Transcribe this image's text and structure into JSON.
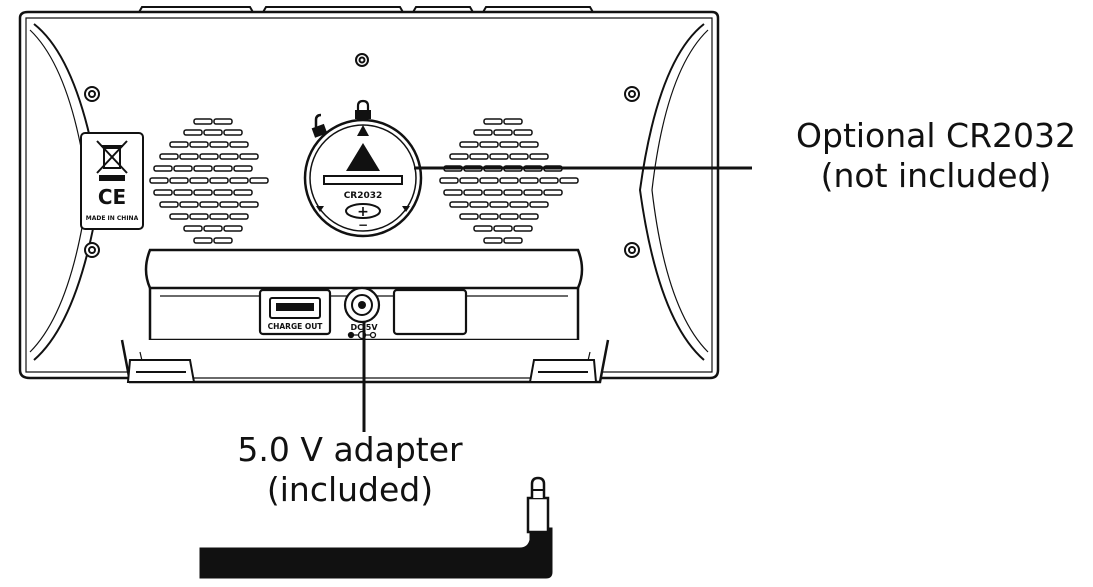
{
  "device": {
    "marking_ce": "CE",
    "marking_origin": "MADE IN CHINA",
    "battery_label": "CR2032",
    "battery_plus": "+",
    "battery_minus": "−",
    "usb_label": "CHARGE OUT",
    "dc_label": "DC 5V"
  },
  "callouts": {
    "battery": {
      "line1": "Optional CR2032",
      "line2": "(not included)"
    },
    "adapter": {
      "line1": "5.0 V adapter",
      "line2": "(included)"
    }
  },
  "icons": [
    "recycle-bin-crossed-icon",
    "lock-open-icon",
    "lock-closed-icon",
    "arrow-up-icon",
    "arrow-down-icon",
    "dc-polarity-icon"
  ]
}
